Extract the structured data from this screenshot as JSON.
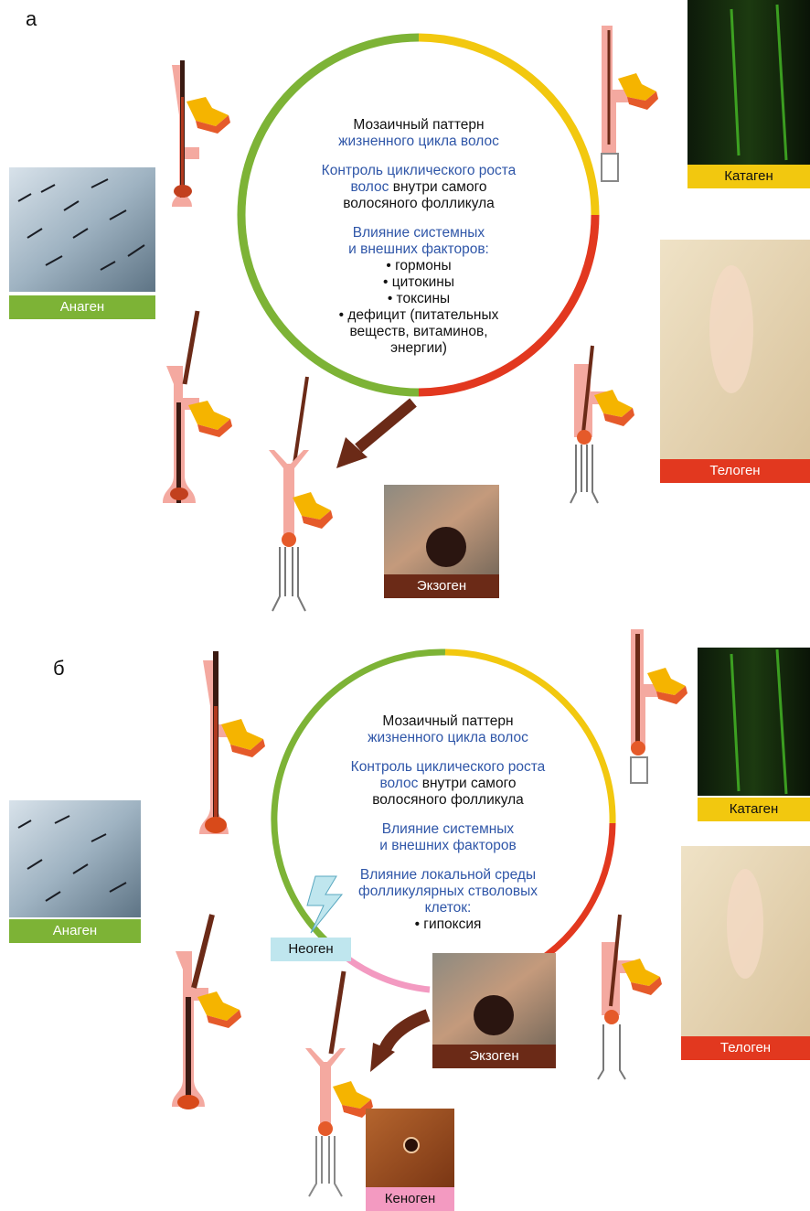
{
  "panels": [
    {
      "letter": "а",
      "text": {
        "line1": "Мозаичный паттерн",
        "line2": "жизненного цикла волос",
        "ctrl_blue1": "Контроль циклического роста",
        "ctrl_blue2": "волос",
        "ctrl_black2": " внутри самого",
        "ctrl_black3": "волосяного фолликула",
        "infl1": "Влияние системных",
        "infl2": "и внешних факторов:",
        "bullets": [
          "• гормоны",
          "• цитокины",
          "• токсины",
          "• дефицит (питательных",
          "веществ, витаминов,",
          "энергии)"
        ]
      },
      "labels": {
        "anagen": "Анаген",
        "catagen": "Катаген",
        "telogen": "Телоген",
        "exogen": "Экзоген"
      }
    },
    {
      "letter": "б",
      "text": {
        "line1": "Мозаичный паттерн",
        "line2": "жизненного цикла волос",
        "ctrl_blue1": "Контроль циклического роста",
        "ctrl_blue2": "волос",
        "ctrl_black2": " внутри самого",
        "ctrl_black3": "волосяного фолликула",
        "infl1": "Влияние системных",
        "infl2": "и внешних факторов",
        "local1": "Влияние локальной среды",
        "local2": "фолликулярных стволовых",
        "local3": "клеток:",
        "bullet": "• гипоксия"
      },
      "labels": {
        "anagen": "Анаген",
        "catagen": "Катаген",
        "telogen": "Телоген",
        "exogen": "Экзоген",
        "neogen": "Неоген",
        "kenogen": "Кеноген"
      }
    }
  ],
  "colors": {
    "anagen": "#7db336",
    "catagen": "#f2c80f",
    "telogen": "#e2381f",
    "exogen": "#6b2a17",
    "neogen": "#bfe6ee",
    "kenogen": "#f39ac1",
    "text_blue": "#2f56a8",
    "follicle": "#f4a9a0",
    "gland": "#f5b400"
  }
}
